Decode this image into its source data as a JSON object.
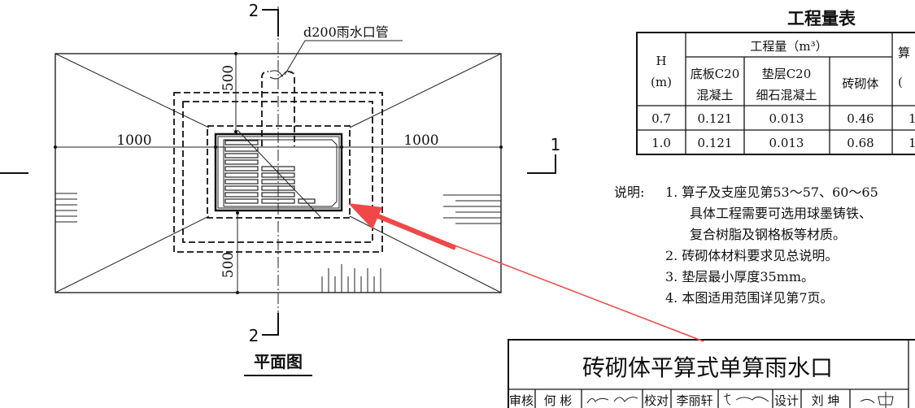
{
  "plan": {
    "section_mark_2": "2",
    "section_mark_1": "1",
    "pipe_label": "d200雨水口管",
    "dim_left": "1000",
    "dim_right": "1000",
    "dim_top": "500",
    "dim_bottom": "500",
    "title": "平面图"
  },
  "quantity_table": {
    "title": "工程量表",
    "header_h": "H",
    "header_h_unit": "(m)",
    "header_group": "工程量（m³）",
    "header_extra": "算",
    "header_extra_unit": "(",
    "columns": [
      {
        "line1": "底板C20",
        "line2": "混凝土"
      },
      {
        "line1": "垫层C20",
        "line2": "细石混凝土"
      },
      {
        "line1": "砖砌体",
        "line2": ""
      }
    ],
    "rows": [
      {
        "h": "0.7",
        "values": [
          "0.121",
          "0.013",
          "0.46"
        ],
        "extra": "1"
      },
      {
        "h": "1.0",
        "values": [
          "0.121",
          "0.013",
          "0.68"
        ],
        "extra": "1"
      }
    ]
  },
  "notes": {
    "label": "说明:",
    "items": [
      "1.  算子及支座见第53～57、60～65",
      "具体工程需要可选用球墨铸铁、",
      "复合树脂及钢格板等材质。",
      "2.  砖砌体材料要求见总说明。",
      "3.  垫层最小厚度35mm。",
      "4.  本图适用范围详见第7页。"
    ]
  },
  "title_block": {
    "title": "砖砌体平算式单算雨水口",
    "review_label": "审核",
    "reviewer": "何 彬",
    "check_label": "校对",
    "checker": "李丽轩",
    "design_label": "设计",
    "designer": "刘 坤"
  },
  "colors": {
    "annotation_arrow": "#f04848",
    "ink": "#111111"
  }
}
